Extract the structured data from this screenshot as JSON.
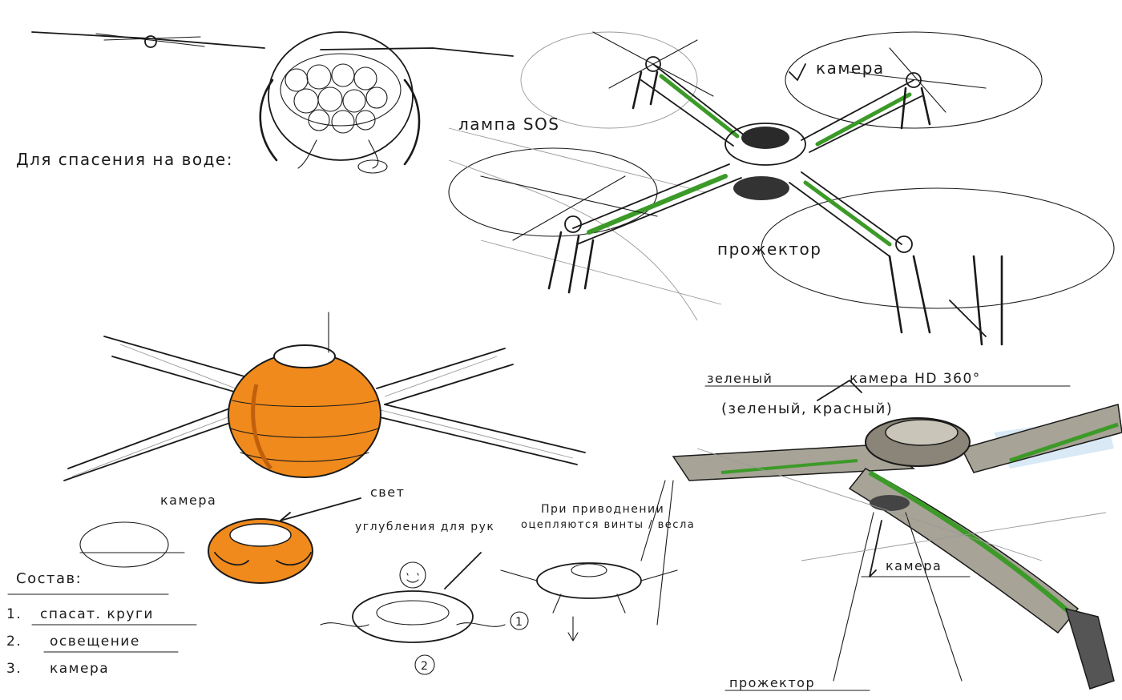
{
  "colors": {
    "ink": "#1a1a1a",
    "marker_green": "#3c9a28",
    "marker_orange": "#f08a1c",
    "marker_grey": "#a7a396",
    "marker_blue": "#cfe4f2"
  },
  "sketch_top_left": {
    "caption": "Для спасения на воде:"
  },
  "sketch_top_right": {
    "label_camera": "камера",
    "label_spotlight": "прожектор",
    "label_lamp_sos": "лампа SOS"
  },
  "sketch_bottom_left": {
    "label_camera": "камера",
    "label_light": "свет",
    "label_grips": "углубления для рук",
    "label_landing_1": "При приводнении",
    "label_landing_2": "оцепляются винты / весла",
    "composition_title": "Состав:",
    "composition_items": [
      {
        "num": "1.",
        "text": "спасат. круги"
      },
      {
        "num": "2.",
        "text": "освещение"
      },
      {
        "num": "3.",
        "text": "камера"
      }
    ],
    "step_1": "1",
    "step_2": "2"
  },
  "sketch_bottom_right": {
    "label_color_1": "зеленый",
    "label_color_2": "(зеленый, красный)",
    "label_camera_hd": "камера HD 360°",
    "label_camera": "камера",
    "label_spotlight": "прожектор"
  }
}
